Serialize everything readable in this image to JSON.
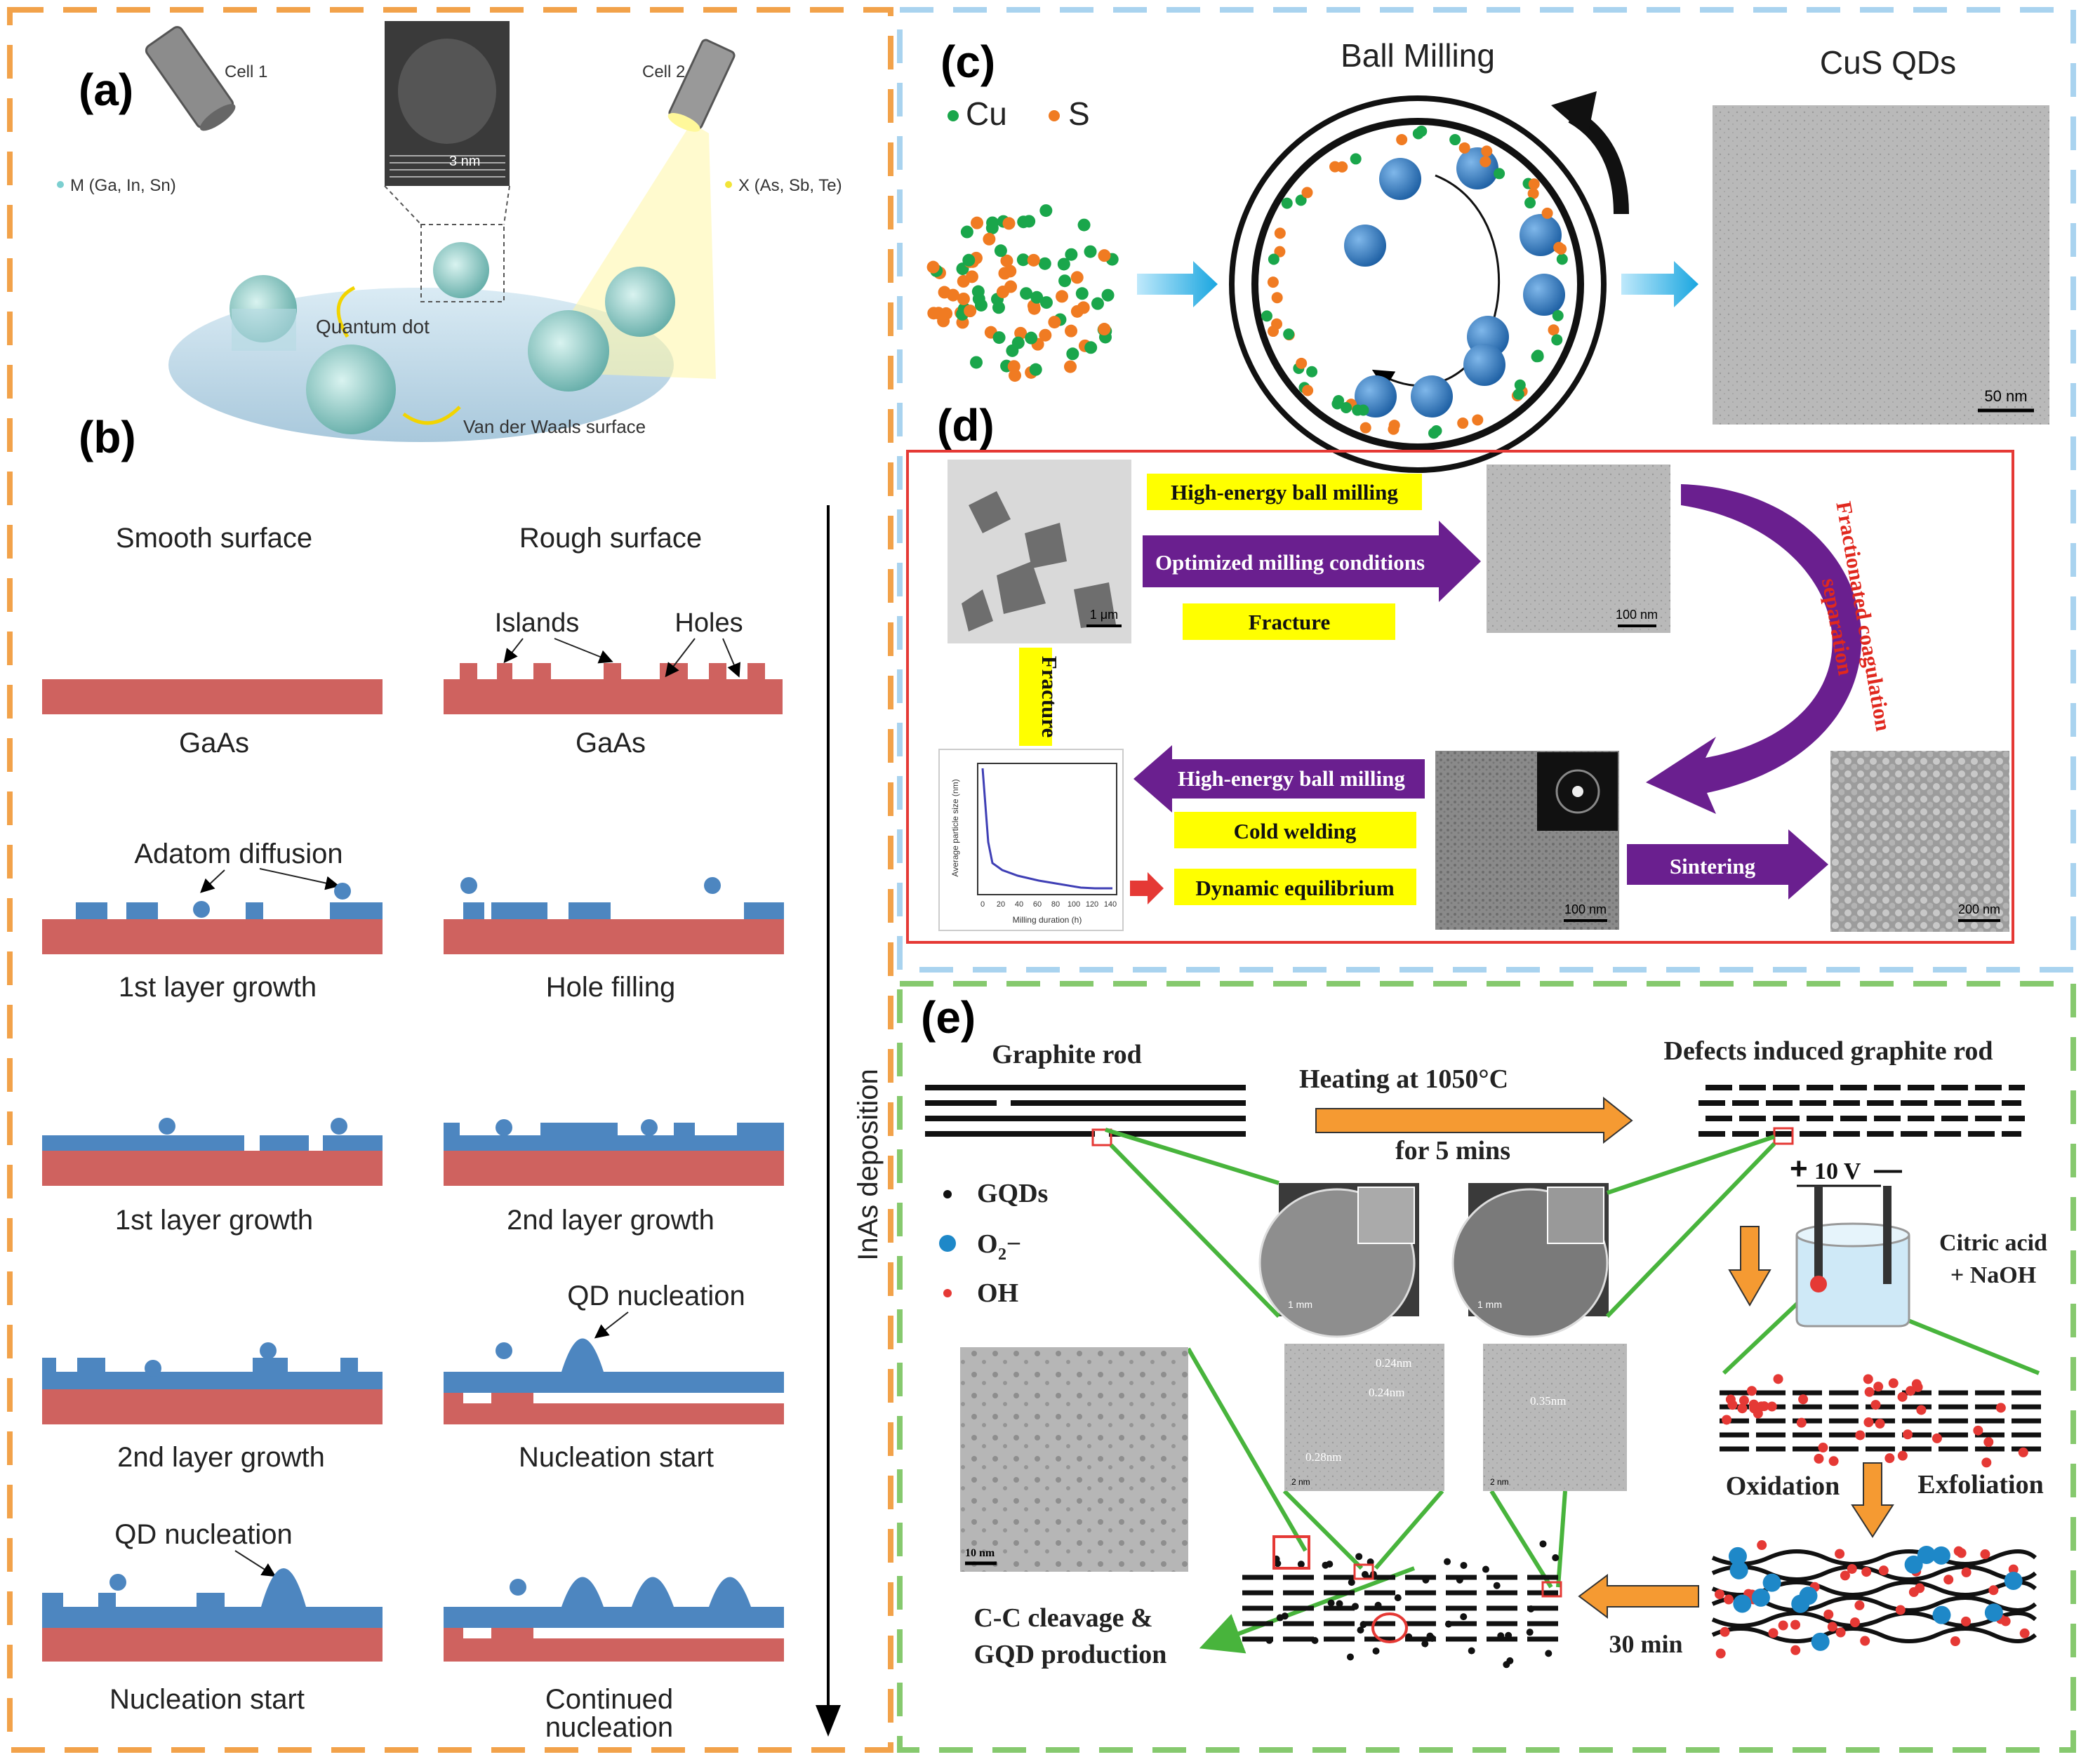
{
  "colors": {
    "orange_border": "#f2a24a",
    "blue_border": "#a9d3ef",
    "green_border": "#86c96e",
    "gaas": "#cf625f",
    "inas": "#4d86c0",
    "yellow_label": "#ffff00",
    "purple_arrow": "#6a1f8f",
    "red_box": "#e53935",
    "cu_dot": "#1aa64b",
    "s_dot": "#f07b22",
    "ball": "#2f77bd",
    "line_green": "#48b43c",
    "arrow_orange": "#f59a32",
    "text_red": "#e0281e"
  },
  "panel_a": {
    "label": "(a)",
    "cell1": "Cell 1",
    "cell2": "Cell 2",
    "metal": "M (Ga, In, Sn)",
    "anion": "X (As, Sb, Te)",
    "tem_scale": "3 nm",
    "quantum_dot": "Quantum dot",
    "vdw_surface": "Van der Waals surface"
  },
  "panel_b": {
    "label": "(b)",
    "smooth": "Smooth surface",
    "rough": "Rough surface",
    "islands": "Islands",
    "holes": "Holes",
    "gaas_left": "GaAs",
    "gaas_right": "GaAs",
    "adatom": "Adatom diffusion",
    "row2_left": "1st layer growth",
    "row2_right": "Hole filling",
    "row3_left": "1st layer growth",
    "row3_right": "2nd layer growth",
    "qd_nucleation_right": "QD nucleation",
    "row4_left": "2nd layer growth",
    "row4_right": "Nucleation start",
    "qd_nucleation_left": "QD nucleation",
    "row5_left": "Nucleation start",
    "row5_right_1": "Continued",
    "row5_right_2": "nucleation",
    "axis": "InAs deposition"
  },
  "panel_c": {
    "label": "(c)",
    "cu": "Cu",
    "s": "S",
    "ball_milling": "Ball Milling",
    "cus_qds": "CuS QDs",
    "scale": "50 nm"
  },
  "panel_d": {
    "label": "(d)",
    "hebm_top": "High-energy ball milling",
    "optimized": "Optimized milling conditions",
    "fracture_top": "Fracture",
    "fracture_side": "Fracture",
    "fractionated_1": "Fractionated coagulation",
    "fractionated_2": "separation",
    "hebm_bottom": "High-energy ball milling",
    "cold_welding": "Cold welding",
    "dynamic": "Dynamic equilibrium",
    "sintering": "Sintering",
    "scale_1um": "1 μm",
    "scale_100a": "100 nm",
    "scale_100b": "100 nm",
    "scale_200": "200 nm",
    "plot_ylabel": "Average particle size (nm)",
    "plot_xlabel": "Milling duration (h)",
    "plot_xticks": [
      "0",
      "20",
      "40",
      "60",
      "80",
      "100",
      "120",
      "140"
    ]
  },
  "panel_e": {
    "label": "(e)",
    "graphite_rod": "Graphite rod",
    "heating": "Heating at 1050°C",
    "for5": "for 5 mins",
    "defects": "Defects induced graphite rod",
    "voltage": "10 V",
    "plus": "+",
    "minus": "—",
    "gqds": "GQDs",
    "o2": "O",
    "o2_sub": "2",
    "o2_sup": "–",
    "oh": "OH",
    "citric_1": "Citric acid",
    "citric_2": "+ NaOH",
    "oxidation": "Oxidation",
    "exfoliation": "Exfoliation",
    "min30": "30 min",
    "cc_1": "C-C cleavage &",
    "cc_2": "GQD production",
    "scale_10nm": "10 nm",
    "scale_1mm_a": "1 mm",
    "scale_1mm_b": "1 mm",
    "scale_2nm_a": "2 nm",
    "scale_2nm_b": "2 nm",
    "d024a": "0.24nm",
    "d024b": "0.24nm",
    "d028": "0.28nm",
    "d035": "0.35nm"
  }
}
